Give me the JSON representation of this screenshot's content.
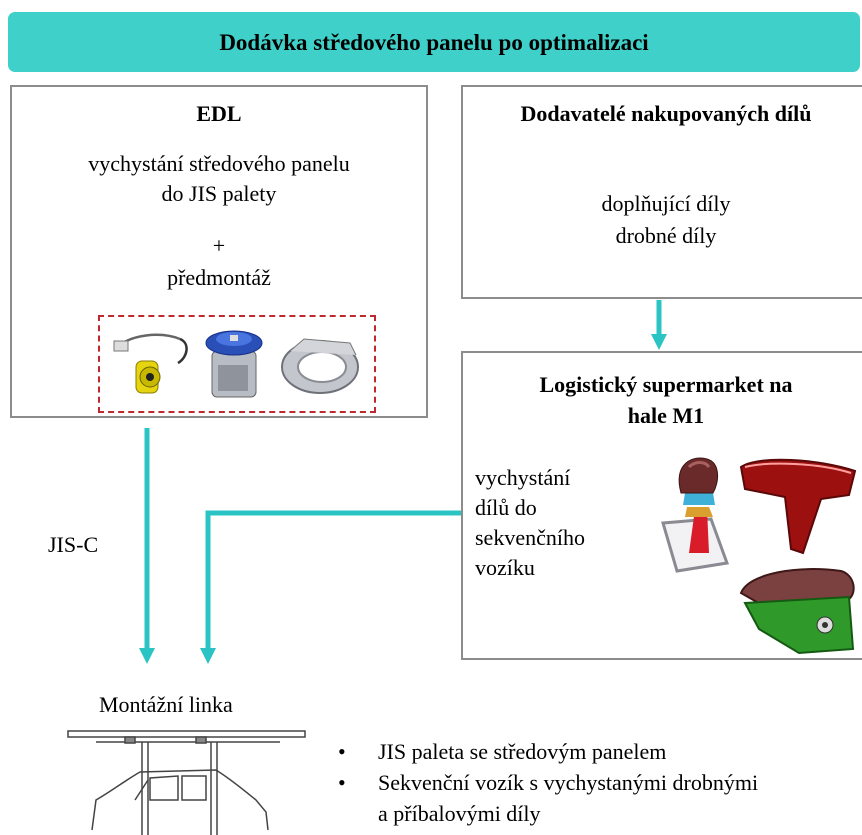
{
  "banner": {
    "title": "Dodávka středového panelu po optimalizaci"
  },
  "edl": {
    "title": "EDL",
    "line1": "vychystání středového panelu",
    "line2": "do JIS palety",
    "plus": "+",
    "line3": "předmontáž"
  },
  "suppliers": {
    "title": "Dodavatelé nakupovaných dílů",
    "line1": "doplňující díly",
    "line2": "drobné díly"
  },
  "supermarket": {
    "title_line1": "Logistický supermarket na",
    "title_line2": "hale M1",
    "text_lines": [
      "vychystání",
      "dílů do",
      "sekvenčního",
      "vozíku"
    ]
  },
  "flow": {
    "jis_c_label": "JIS-C"
  },
  "assembly": {
    "label": "Montážní linka",
    "bullet_marker": "•",
    "bullets": [
      "JIS paleta se středovým panelem",
      "Sekvenční vozík s vychystanými drobnými",
      "a příbalovými díly"
    ]
  },
  "colors": {
    "banner": "#3fd1c9",
    "arrow": "#2bc4c4",
    "box_border": "#8c8c8c",
    "dashed_border": "#c0282d"
  },
  "icons": [
    "connector-cable-icon",
    "lock-cylinder-icon",
    "trim-ring-icon",
    "gear-knob-icon",
    "armrest-icon",
    "console-lid-icon",
    "car-assembly-line-icon"
  ]
}
